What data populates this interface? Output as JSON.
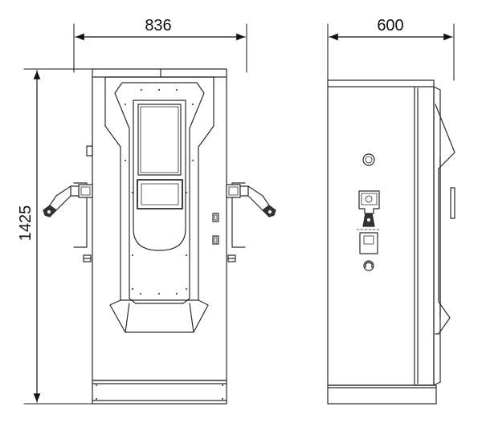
{
  "dimensions": {
    "front_width": "836",
    "side_depth": "600",
    "height": "1425"
  },
  "colors": {
    "line": "#2a2a2a",
    "dim": "#111111",
    "background": "#ffffff"
  }
}
